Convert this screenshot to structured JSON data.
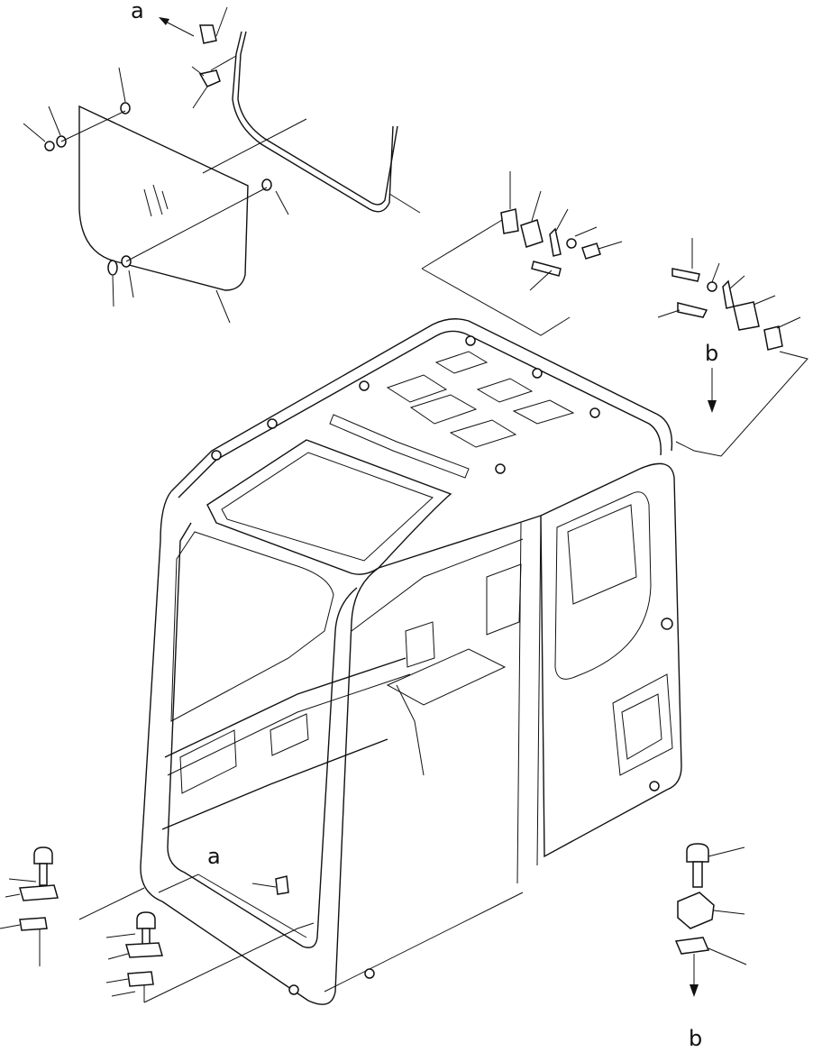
{
  "diagram": {
    "callouts": [
      {
        "id": "a-top",
        "text": "a"
      },
      {
        "id": "a-cab",
        "text": "a"
      },
      {
        "id": "b-right",
        "text": "b"
      },
      {
        "id": "b-bottom",
        "text": "b"
      }
    ]
  }
}
